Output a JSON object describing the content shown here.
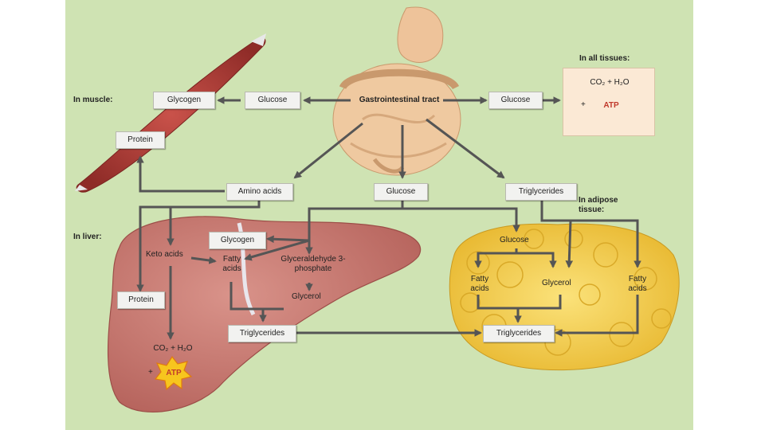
{
  "regions": {
    "muscle": "In muscle:",
    "liver": "In liver:",
    "all_tissues": "In all tissues:",
    "adipose": "In adipose tissue:"
  },
  "gi": {
    "label": "Gastrointestinal tract"
  },
  "muscle": {
    "glycogen": "Glycogen",
    "glucose": "Glucose",
    "protein": "Protein"
  },
  "all_tissues": {
    "glucose": "Glucose",
    "co2_h2o": "CO₂ + H₂O",
    "plus": "+",
    "atp": "ATP"
  },
  "center": {
    "amino_acids": "Amino acids",
    "glucose": "Glucose",
    "triglycerides": "Triglycerides"
  },
  "liver": {
    "glycogen": "Glycogen",
    "keto_acids": "Keto acids",
    "fatty_acids": "Fatty acids",
    "g3p": "Glyceraldehyde 3-phosphate",
    "glycerol": "Glycerol",
    "protein": "Protein",
    "triglycerides": "Triglycerides",
    "co2_h2o": "CO₂ + H₂O",
    "plus": "+",
    "atp": "ATP"
  },
  "adipose": {
    "glucose": "Glucose",
    "fatty_acids_left": "Fatty acids",
    "glycerol": "Glycerol",
    "fatty_acids_right": "Fatty acids",
    "triglycerides": "Triglycerides"
  },
  "colors": {
    "background": "#cfe3b3",
    "arrow": "#555555",
    "muscle": "#b5403a",
    "liver": "#c77a72",
    "adipose": "#f3cf4a",
    "gi": "#efc9a0",
    "atp_burst": "#f7c51e"
  }
}
